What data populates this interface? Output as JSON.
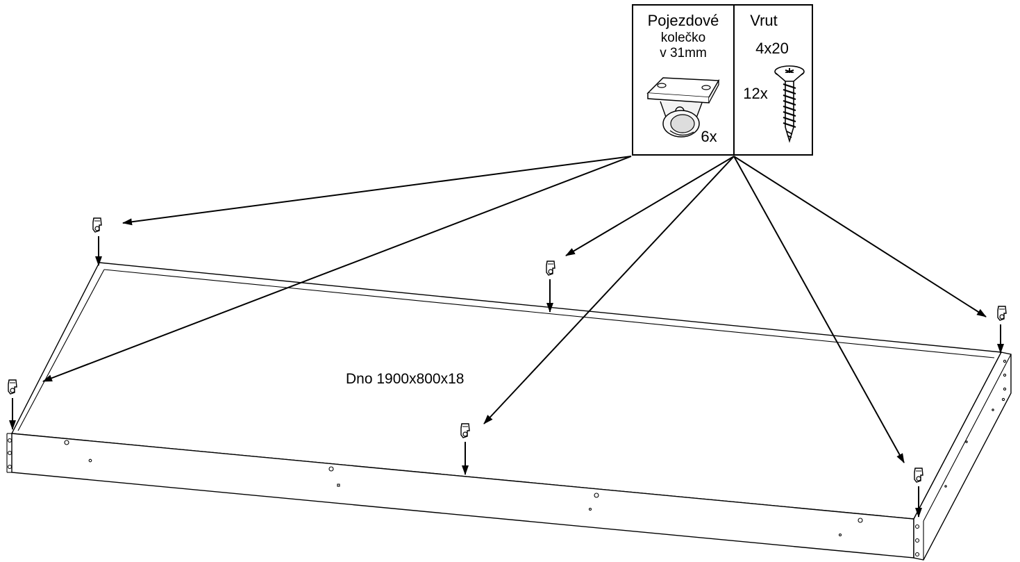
{
  "parts": {
    "caster": {
      "title_line1": "Pojezdové",
      "title_line2": "kolečko",
      "title_line3": "v 31mm",
      "quantity": "6x",
      "icon": "caster-wheel-icon"
    },
    "screw": {
      "title_line1": "Vrut",
      "title_line2": "4x20",
      "quantity": "12x",
      "icon": "wood-screw-icon"
    }
  },
  "board": {
    "label": "Dno 1900x800x18"
  },
  "colors": {
    "line": "#000000",
    "background": "#ffffff"
  }
}
